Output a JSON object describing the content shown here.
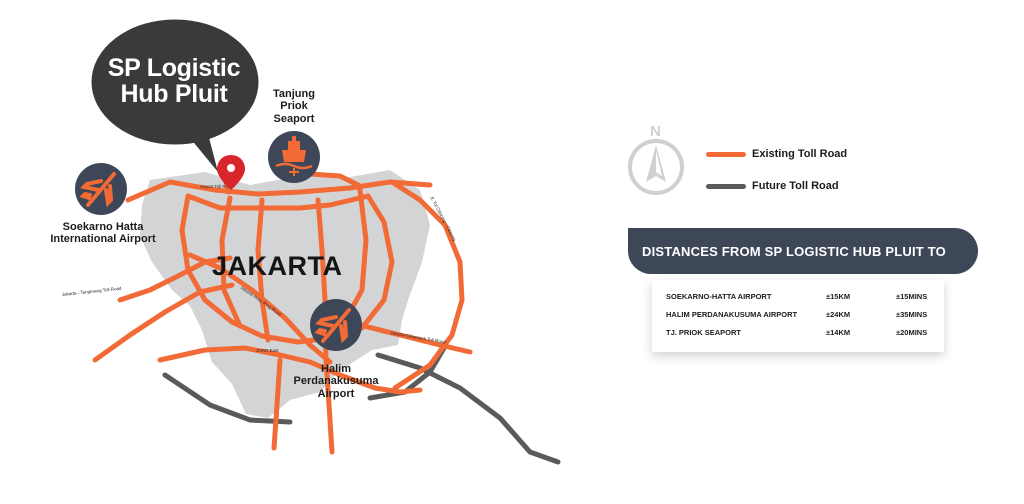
{
  "bubble": {
    "title": "SP Logistic Hub Pluit"
  },
  "city_label": "JAKARTA",
  "pois": {
    "seaport": "Tanjung Priok Seaport",
    "soekarno": "Soekarno Hatta International Airport",
    "halim": "Halim Perdanakusuma Airport"
  },
  "road_labels": {
    "airport_toll": "Airport Toll Road",
    "tangerang": "Jakarta - Tangerang Toll Road",
    "inner_ring": "Jakarta Inner Ring Road",
    "jorr": "JORR East",
    "cikampek": "Jakarta-Cikampek Toll Road",
    "cilincing": "Jl. Tol Cilincing - Cibitung"
  },
  "compass": {
    "letter": "N"
  },
  "legend": [
    {
      "label": "Existing Toll Road",
      "color": "#f26a35"
    },
    {
      "label": "Future Toll Road",
      "color": "#5a5a5a"
    }
  ],
  "distances": {
    "title": "DISTANCES FROM SP LOGISTIC HUB PLUIT TO",
    "rows": [
      {
        "place": "SOEKARNO-HATTA AIRPORT",
        "km": "±15KM",
        "mins": "±15MINS"
      },
      {
        "place": "HALIM PERDANAKUSUMA AIRPORT",
        "km": "±24KM",
        "mins": "±35MINS"
      },
      {
        "place": "TJ. PRIOK SEAPORT",
        "km": "±14KM",
        "mins": "±20MINS"
      }
    ]
  },
  "colors": {
    "toll_existing": "#f26a35",
    "toll_future": "#5a5a5a",
    "city_area": "#d3d4d6",
    "icon_circle": "#3d4758",
    "pin": "#d7262c",
    "bubble": "#3a3a3a"
  }
}
